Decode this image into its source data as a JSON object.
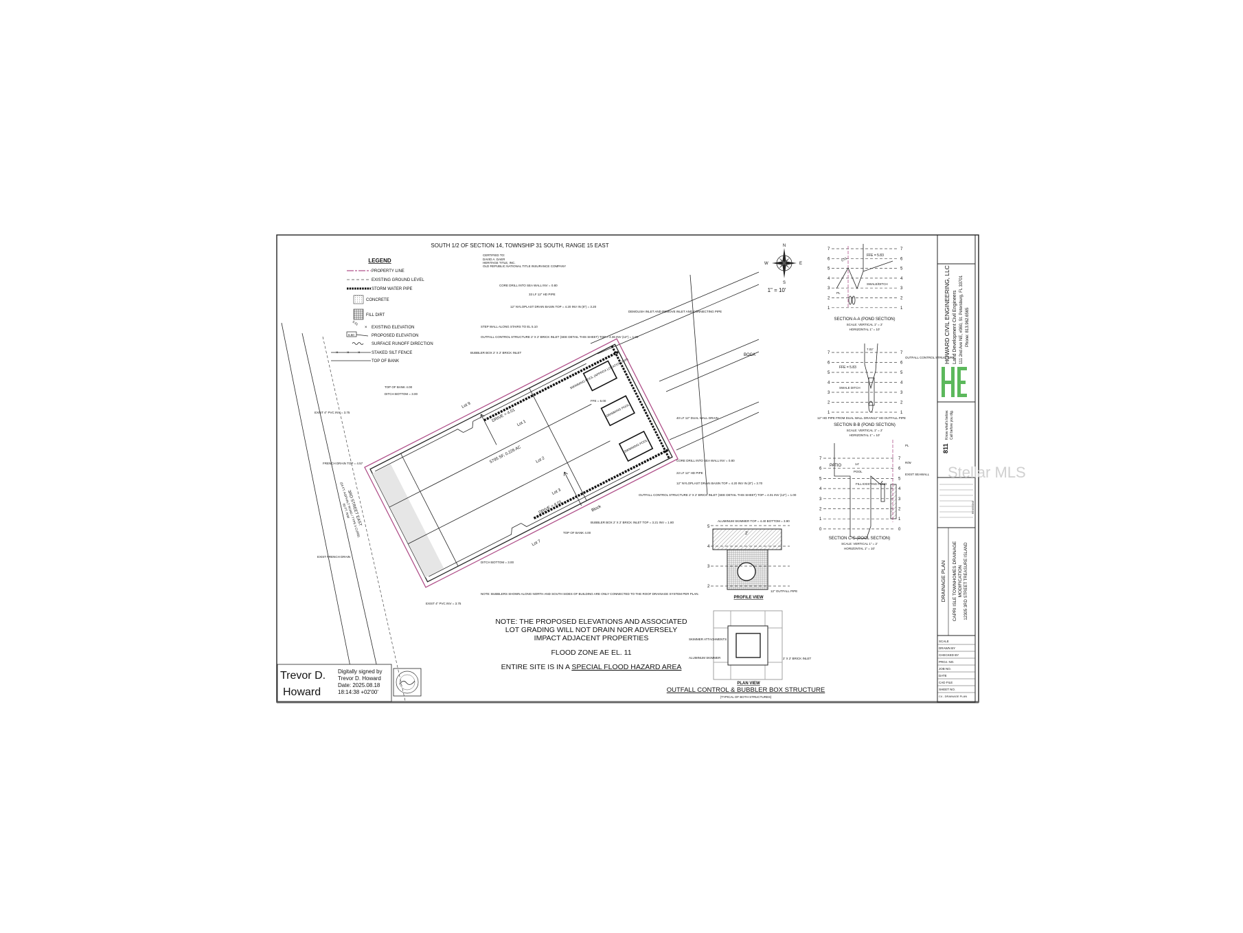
{
  "sheet": {
    "header": "SOUTH 1/2 OF SECTION 14, TOWNSHIP 31 SOUTH, RANGE 15 EAST",
    "certified_to": [
      "CERTIFIED TO:",
      "DAVID A. DAER",
      "HERITAGE TITLE, INC.",
      "OLD REPUBLIC NATIONAL TITLE INSURANCE COMPANY"
    ],
    "scale": "1\" = 10'",
    "compass": {
      "n": "N",
      "s": "S",
      "e": "E",
      "w": "W"
    },
    "watermark": "Stellar MLS"
  },
  "legend": {
    "title": "LEGEND",
    "items": [
      {
        "label": "PROPERTY LINE",
        "symbol": "property-line",
        "color": "#b0508a"
      },
      {
        "label": "EXISTING GROUND LEVEL",
        "symbol": "dashed-line"
      },
      {
        "label": "STORM WATER PIPE",
        "symbol": "storm-pipe"
      },
      {
        "label": "CONCRETE",
        "symbol": "concrete-hatch"
      },
      {
        "label": "FILL DIRT",
        "symbol": "fill-hatch"
      },
      {
        "label": "EXISTING ELEVATION",
        "symbol": "elevation-x",
        "sample": "5.51"
      },
      {
        "label": "PROPOSED ELEVATION",
        "symbol": "elevation-box",
        "sample": "6.50"
      },
      {
        "label": "SURFACE RUNOFF DIRECTION",
        "symbol": "runoff-wave"
      },
      {
        "label": "STAKED SILT FENCE",
        "symbol": "silt-fence"
      },
      {
        "label": "TOP OF BANK",
        "symbol": "solid-line"
      }
    ]
  },
  "site_plan": {
    "lots": [
      "Lot 1",
      "Lot 2",
      "Lot 3",
      "Lot 9",
      "Lot 7"
    ],
    "block": "Block",
    "area": "5795 SF, 0.226 AC",
    "drive_labels": [
      "DRIVE = 4.01",
      "DRIVE = 4.01"
    ],
    "street": [
      "3RD STREET EAST",
      "(24 FT. ASPHALT ROAD / TYPE II CURB)",
      "60 FT. R/W"
    ],
    "pools": [
      "SWIMMING POOL (APPROX LOCATION TYP)",
      "SWIMMING POOL",
      "SWIMMING POOL"
    ],
    "callouts": [
      "CORE DRILL INTO SEA WALL INV = 0.80",
      "33 LF 12\" HD PIPE",
      "12\" NYLOPLAST DRAIN BASIN TOP = 4.20 INV IN (8\") = 3.20",
      "STEP WALL ALONG STAIRS TO EL 5.10",
      "OUTFALL CONTROL STRUCTURE 2' X 2' BRICK INLET (SEE DETAIL THIS SHEET) TOP = 4.36 INV (12\") = 1.00",
      "BUBBLER BOX 2' X 2' BRICK INLET",
      "TOP OF BANK 4.00",
      "DITCH BOTTOM = 3.00",
      "EXIST 4\" PVC INV = 3.75",
      "FRENCH DRAIN TOP = 4.57",
      "EXIST FRENCH DRAIN",
      "FFE = 6.00",
      "DEMOLISH INLET AND REMOVE INLET AND CONNECTING PIPE",
      "40 LF 12\" DUAL WALL DRAIN",
      "CORE DRILL INTO SEA WALL INV = 0.80",
      "22 LF 12\" HD PIPE",
      "12\" NYLOPLAST DRAIN BASIN TOP = 4.20 INV IN (8\") = 3.70",
      "BUBBLER BOX 2' X 2' BRICK INLET TOP = 3.21 INV = 1.80",
      "OUTFALL CONTROL STRUCTURE 2' X 2' BRICK INLET (SEE DETAIL THIS SHEET) TOP = 4.01 INV (12\") = 1.00",
      "TOP OF BANK 4.00",
      "DITCH BOTTOM = 3.00",
      "EXIST 4\" PVC INV = 3.75"
    ],
    "roads": [
      "BOCA"
    ],
    "note_small": "NOTE: BUBBLERS SHOWN ALONG NORTH AND SOUTH SIDES OF BUILDING ARE ONLY CONNECTED TO THE ROOF DRAINAGE SYSTEM PER PLAN."
  },
  "notes": {
    "main": [
      "NOTE: THE PROPOSED ELEVATIONS AND ASSOCIATED",
      "LOT GRADING WILL NOT DRAIN NOR ADVERSELY",
      "IMPACT ADJACENT PROPERTIES"
    ],
    "flood_zone": "FLOOD ZONE AE  EL. 11",
    "flood_area_prefix": "ENTIRE SITE IS IN A ",
    "flood_area_underlined": "SPECIAL FLOOD HAZARD AREA"
  },
  "signature": {
    "name_large": [
      "Trevor D.",
      "Howard"
    ],
    "digital": [
      "Digitally signed by",
      "Trevor D. Howard",
      "Date: 2025.08.18",
      "18:14:38 +02'00'"
    ]
  },
  "sections": [
    {
      "title": "SECTION A-A (POND SECTION)",
      "scale_v": "SCALE: VERTICAL 1\" = 2'",
      "scale_h": "HORIZONTAL 1\" = 10'",
      "levels": [
        "7",
        "6",
        "5",
        "4",
        "3",
        "2",
        "1"
      ],
      "labels": [
        "FFE = 5.83",
        "5.51",
        "SWALE/DITCH",
        "PL"
      ]
    },
    {
      "title": "SECTION B-B (POND SECTION)",
      "scale_v": "SCALE: VERTICAL 1\" = 2'",
      "scale_h": "HORIZONTAL 1\" = 10'",
      "levels": [
        "7",
        "6",
        "5",
        "4",
        "3",
        "2",
        "1"
      ],
      "labels": [
        "FFE = 5.83",
        "7.02'",
        "OUTFALL CONTROL STRUCTURE",
        "SWALE DITCH",
        "12\" HD PIPE FROM DUAL WALL DRAIN",
        "12\" HD OUTFALL PIPE"
      ]
    },
    {
      "title": "SECTION C-C (POOL SECTION)",
      "scale_v": "SCALE: VERTICAL 1\" = 2'",
      "scale_h": "HORIZONTAL 1\" = 10'",
      "levels": [
        "7",
        "6",
        "5",
        "4",
        "3",
        "2",
        "1",
        "0"
      ],
      "labels": [
        "PATIO",
        "14'",
        "POOL",
        "FILL EXISTING POND",
        "PL",
        "R/W",
        "EXIST SEAWALL"
      ]
    }
  ],
  "detail": {
    "profile_title": "PROFILE VIEW",
    "profile_levels": [
      "5",
      "4",
      "3",
      "2"
    ],
    "profile_labels": [
      "ALUMINUM SKIMMER TOP = 4.40 BOTTOM = 3.90",
      "2'",
      "12\" OUTFALL PIPE"
    ],
    "plan_title": "PLAN VIEW",
    "plan_labels": [
      "SKIMMER ATTACHMENTS",
      "ALUMINUM SKIMMER",
      "2' X 2' BRICK INLET"
    ],
    "title": "OUTFALL CONTROL & BUBBLER BOX STRUCTURE",
    "subtitle": "(TYPICAL OF BOTH STRUCTURES)"
  },
  "title_block": {
    "company": "HOWARD CIVIL ENGINEERING, LLC",
    "tagline": "Land Development Civil Engineers",
    "address": "111 2nd Ave NE, #360, St. Petersburg, FL 33701",
    "phone": "Phone: 813.962.6565",
    "logo_letters": "HE",
    "logo_color": "#5cb85c",
    "call811": [
      "Know what's below.",
      "Call before you dig."
    ],
    "call811_number": "811",
    "revisions_label": "REVISIONS",
    "sheet_name": "DRAINAGE PLAN",
    "project": [
      "CAPRI ISLE TOWNHOMES DRAINAGE",
      "MODIFICATION",
      "12305 3RD STREET TREASURE ISLAND"
    ],
    "fields": [
      "SCALE",
      "DRAWN BY",
      "CHECKED BY",
      "PROJ. NO.",
      "JOB NO.",
      "DATE",
      "CAD FILE",
      "SHEET NO."
    ],
    "sheet_no": "C4 - DRAINAGE PLAN"
  }
}
